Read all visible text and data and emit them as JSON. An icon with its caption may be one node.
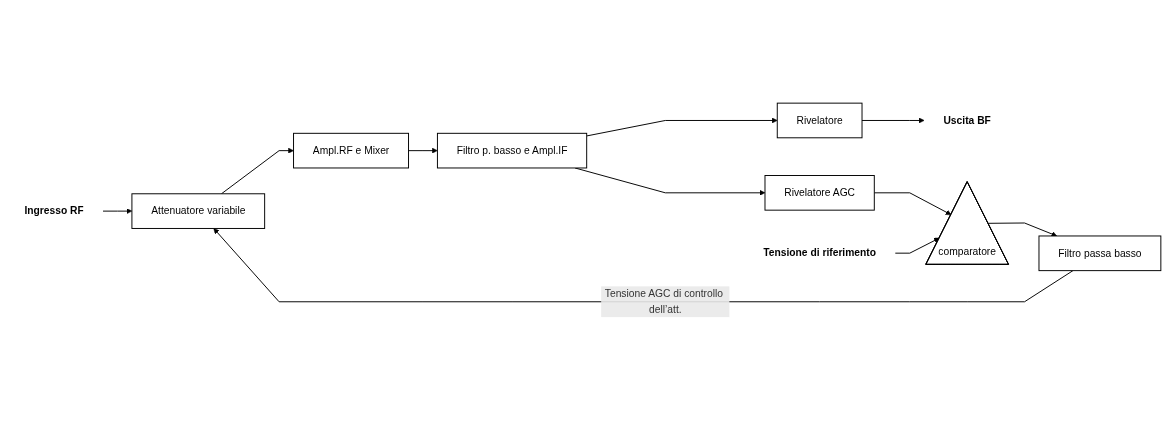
{
  "diagram": {
    "nodes": [
      {
        "text": [
          "Ingresso RF"
        ]
      },
      {
        "text": [
          "Attenuatore variabile"
        ]
      },
      {
        "text": [
          "Ampl.RF e Mixer"
        ]
      },
      {
        "text": [
          "Filtro p. basso e Ampl.IF"
        ]
      },
      {
        "text": [
          "Rivelatore"
        ]
      },
      {
        "text": [
          "Uscita BF"
        ]
      },
      {
        "text": [
          "Rivelatore AGC"
        ]
      },
      {
        "text": [
          "comparatore"
        ]
      },
      {
        "text": [
          "Filtro passa basso"
        ]
      },
      {
        "text": [
          "Tensione di riferimento"
        ]
      }
    ],
    "edges": [
      {
        "from": 0,
        "to": 1,
        "arrow": "to"
      },
      {
        "from": 1,
        "to": 2,
        "arrow": "to"
      },
      {
        "from": 2,
        "to": 3,
        "arrow": "to"
      },
      {
        "from": 3,
        "to": 4,
        "arrow": "to"
      },
      {
        "from": 4,
        "to": 5,
        "arrow": "to"
      },
      {
        "from": 3,
        "to": 6,
        "arrow": "to"
      },
      {
        "from": 6,
        "to": 7,
        "arrow": "to"
      },
      {
        "from": 9,
        "to": 7,
        "arrow": "to"
      },
      {
        "from": 7,
        "to": 8,
        "arrow": "to"
      },
      {
        "from": 8,
        "to": 1,
        "arrow": "to",
        "label": "Tensione AGC di controllo dell’att."
      }
    ]
  }
}
